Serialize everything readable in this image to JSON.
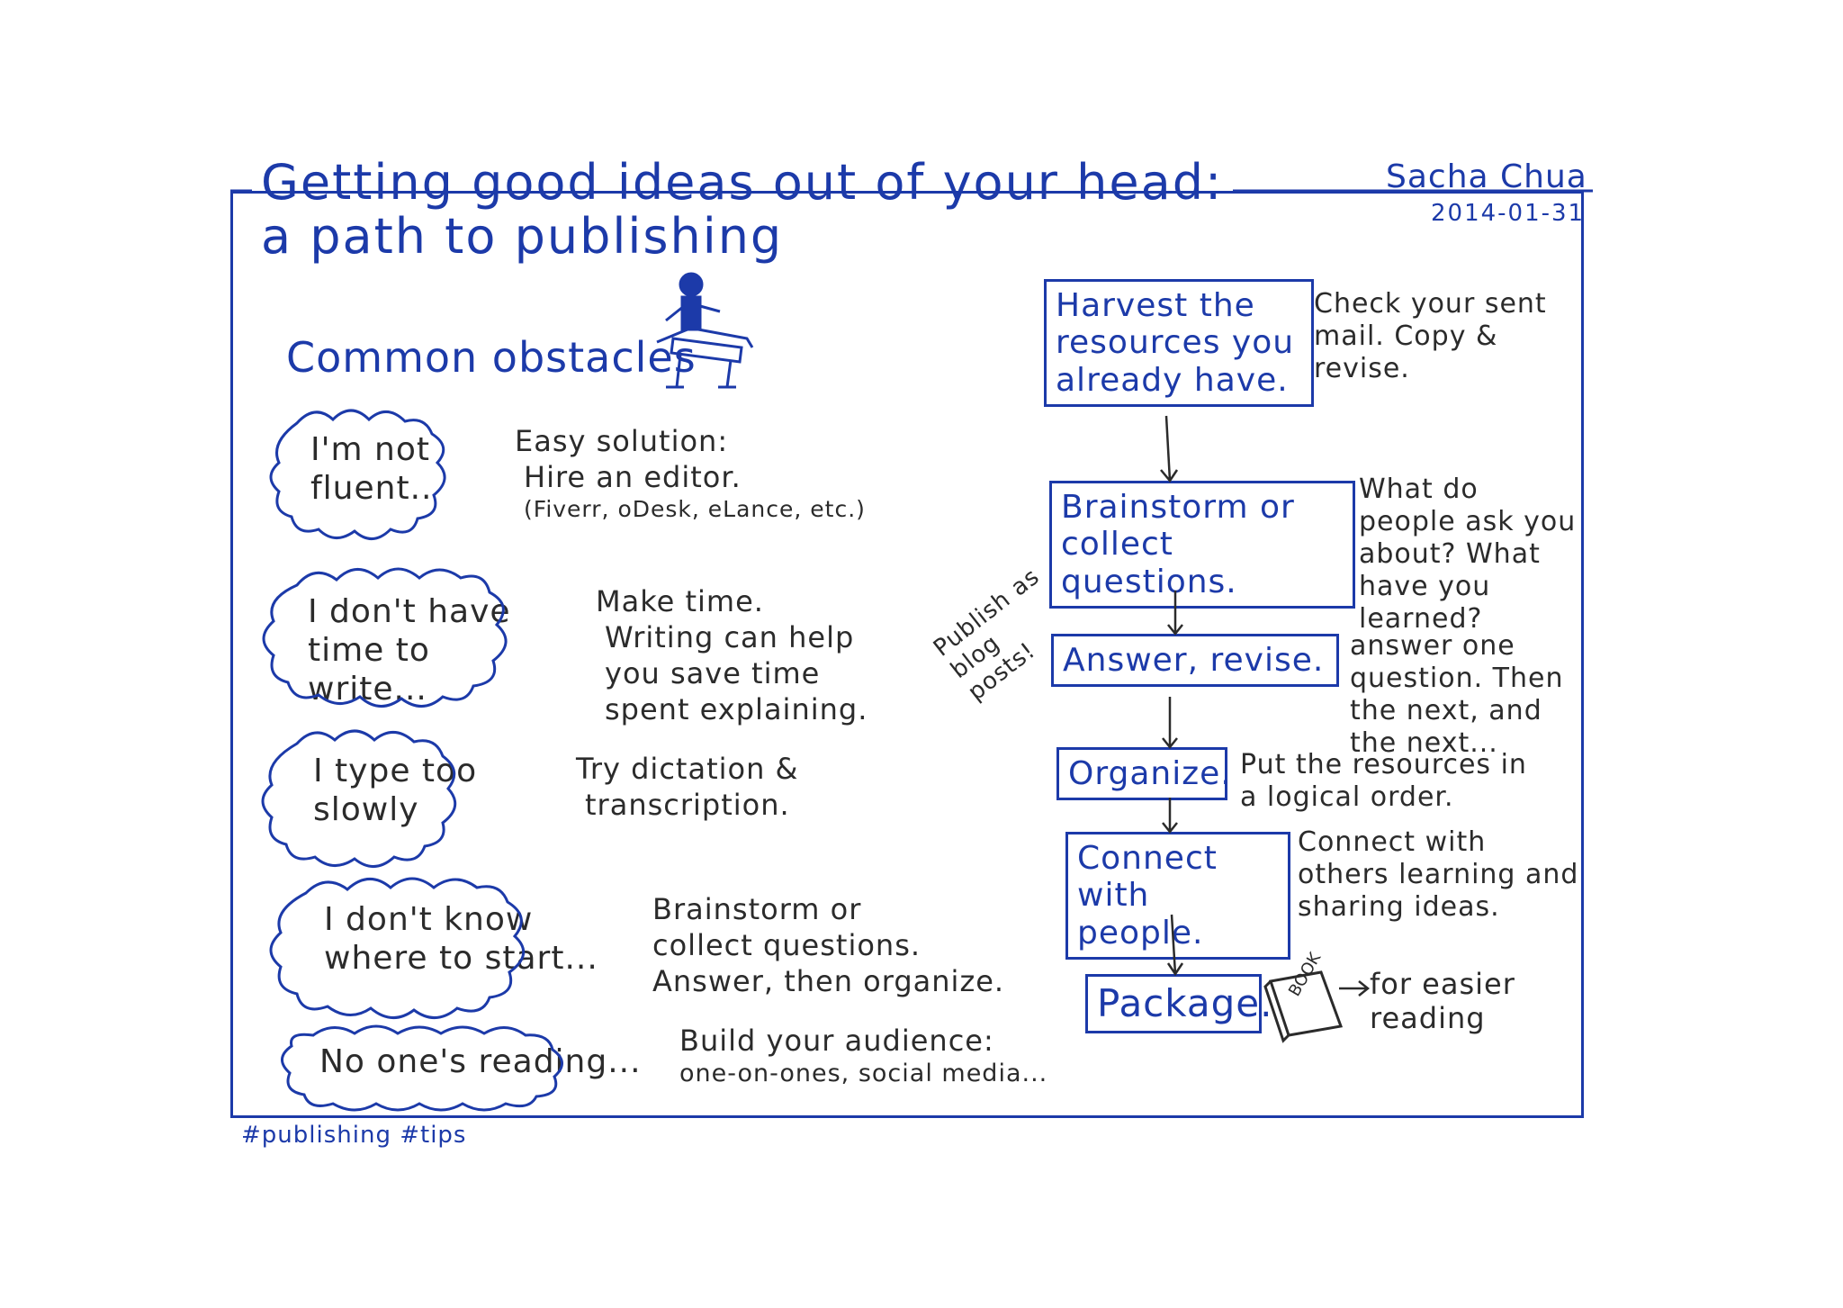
{
  "title": {
    "line1": "Getting good ideas out of your head:",
    "line2": "a path to publishing"
  },
  "author": "Sacha Chua",
  "date": "2014-01-31",
  "obstacles": {
    "heading": "Common obstacles",
    "items": [
      {
        "problem": "I'm not fluent..",
        "solution": [
          "Easy solution:",
          "Hire an editor."
        ],
        "solution_note": "(Fiverr, oDesk, eLance, etc.)"
      },
      {
        "problem": "I don't have time to write...",
        "solution": [
          "Make time.",
          "Writing can help",
          "you save time",
          "spent explaining."
        ]
      },
      {
        "problem": "I type too slowly",
        "solution": [
          "Try dictation &",
          "transcription."
        ]
      },
      {
        "problem": "I don't know where to start...",
        "solution": [
          "Brainstorm or",
          "collect questions.",
          "Answer, then organize."
        ]
      },
      {
        "problem": "No one's reading...",
        "solution": [
          "Build your audience:",
          "one-on-ones, social media..."
        ]
      }
    ]
  },
  "path": {
    "steps": [
      {
        "label": "Harvest the resources you already have.",
        "note": "Check your sent mail. Copy & revise."
      },
      {
        "label": "Brainstorm or collect questions.",
        "note": "What do people ask you about? What have you learned?"
      },
      {
        "label": "Answer, revise.",
        "note": "answer one question. Then the next, and the next..."
      },
      {
        "label": "Organize.",
        "note": "Put the resources in a logical order."
      },
      {
        "label": "Connect with people.",
        "note": "Connect with others learning and sharing ideas."
      },
      {
        "label": "Package.",
        "note": "for easier reading"
      }
    ],
    "side_note": "Publish as blog posts!",
    "book_label": "BOOK"
  },
  "tags": "#publishing #tips",
  "colors": {
    "ink": "#1c3aa9",
    "pen": "#2b2b2b"
  }
}
